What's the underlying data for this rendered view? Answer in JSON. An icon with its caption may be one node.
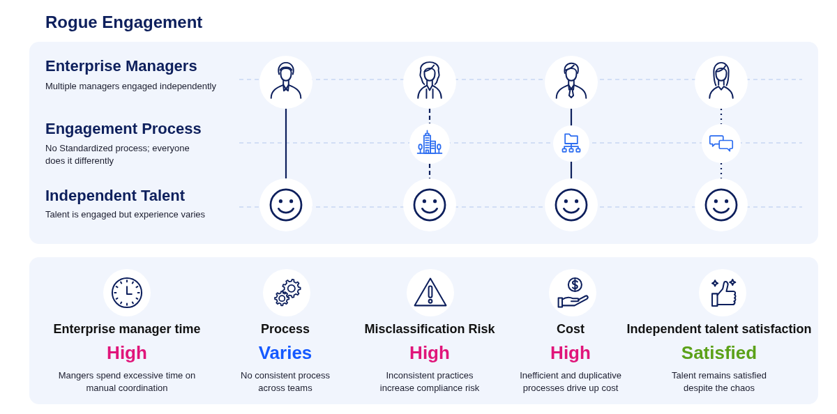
{
  "diagram": {
    "title": "Rogue Engagement",
    "nodes": [
      {
        "text": [
          "Enterprise Managers",
          "Multiple managers engaged independently",
          "Engagement Process",
          "No Standardized process; everyone does it differently",
          "Independent Talent",
          "Talent is engaged but experience varies"
        ]
      },
      {
        "text": [],
        "shape": "person",
        "in": 0
      },
      {
        "text": [],
        "shape": "person",
        "in": 0
      },
      {
        "text": [],
        "shape": "person",
        "in": 0
      },
      {
        "text": [],
        "shape": "person",
        "in": 0
      },
      {
        "text": [],
        "shape": "picture",
        "in": 0
      },
      {
        "text": [],
        "shape": "picture",
        "in": 0
      },
      {
        "text": [],
        "shape": "picture",
        "in": 0
      },
      {
        "text": [],
        "shape": "picture",
        "in": 0
      },
      {
        "text": [],
        "shape": "picture",
        "in": 0
      },
      {
        "text": [],
        "shape": "picture",
        "in": 0
      },
      {
        "text": [],
        "shape": "picture",
        "in": 0
      },
      {
        "text": [
          "Enterprise manager time",
          "High",
          "Mangers spend excessive time on manual coordination",
          "Process",
          "Varies",
          "No consistent process across teams",
          "Misclassification Risk",
          "High",
          "Inconsistent practices increase compliance risk",
          "Cost",
          "High",
          "Inefficient and duplicative processes drive up cost",
          "Independent talent satisfaction",
          "Satisfied",
          "Talent remains satisfied despite the chaos"
        ]
      }
    ],
    "edges": [
      {
        "from": 1,
        "to": 8,
        "arrow": "none"
      },
      {
        "from": 2,
        "to": 5,
        "arrow": "none",
        "style": "dashed"
      },
      {
        "from": 5,
        "to": 9,
        "arrow": "none",
        "style": "dashed"
      },
      {
        "from": 3,
        "to": 6,
        "arrow": "none"
      },
      {
        "from": 6,
        "to": 10,
        "arrow": "none"
      },
      {
        "from": 4,
        "to": 7,
        "arrow": "none",
        "style": "dashed"
      },
      {
        "from": 7,
        "to": 11,
        "arrow": "none",
        "style": "dashed"
      }
    ]
  }
}
